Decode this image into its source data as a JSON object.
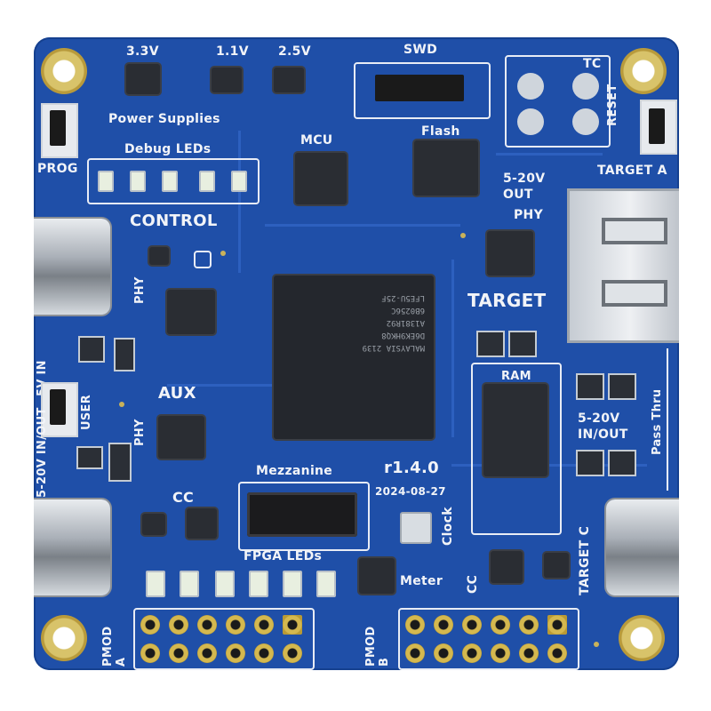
{
  "board": {
    "power_supplies_label": "Power Supplies",
    "rail_labels": [
      "3.3V",
      "1.1V",
      "2.5V"
    ],
    "swd_label": "SWD",
    "tc_label": "TC",
    "reset_label": "RESET",
    "prog_label": "PROG",
    "debug_leds_label": "Debug LEDs",
    "mcu_label": "MCU",
    "flash_label": "Flash",
    "control_label": "CONTROL",
    "phy_label": "PHY",
    "target_label": "TARGET",
    "target_a_label": "TARGET A",
    "target_c_label": "TARGET C",
    "out_range_label": "5-20V OUT",
    "in_out_range_label": "5-20V IN/OUT",
    "five_v_in_label": "5V IN",
    "user_label": "USER",
    "aux_label": "AUX",
    "cc_label": "CC",
    "mezzanine_label": "Mezzanine",
    "fpga_leds_label": "FPGA LEDs",
    "revision": "r1.4.0",
    "date": "2024-08-27",
    "clock_label": "Clock",
    "meter_label": "Meter",
    "ram_label": "RAM",
    "pass_thru_label": "Pass Thru",
    "pmod_a_label": "PMOD A",
    "pmod_b_label": "PMOD B",
    "fpga_marking": [
      "MALAYSIA 2139",
      "D6EK9HKQ8",
      "A1381R92",
      "6B0256C",
      "LFE5U-25F"
    ]
  },
  "colors": {
    "board": "#1f4fa8",
    "silkscreen": "#f2f4f8",
    "gold": "#d4b84f"
  }
}
